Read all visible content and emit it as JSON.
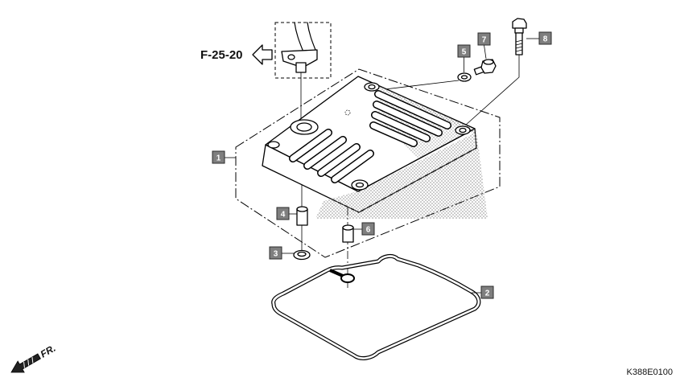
{
  "reference": {
    "label": "F-25-20"
  },
  "callouts": [
    {
      "number": "1"
    },
    {
      "number": "2"
    },
    {
      "number": "3"
    },
    {
      "number": "4"
    },
    {
      "number": "5"
    },
    {
      "number": "6"
    },
    {
      "number": "7"
    },
    {
      "number": "8"
    }
  ],
  "direction": {
    "label": "FR."
  },
  "figure_code": "K388E0100",
  "colors": {
    "line": "#000000",
    "callout_fill": "#7f7f7f",
    "callout_text": "#ffffff",
    "shading_dots": "#8a8a8a"
  },
  "icons": {
    "reference_arrow": "outline-left-arrow-icon",
    "front_arrow": "front-direction-arrow-icon"
  }
}
